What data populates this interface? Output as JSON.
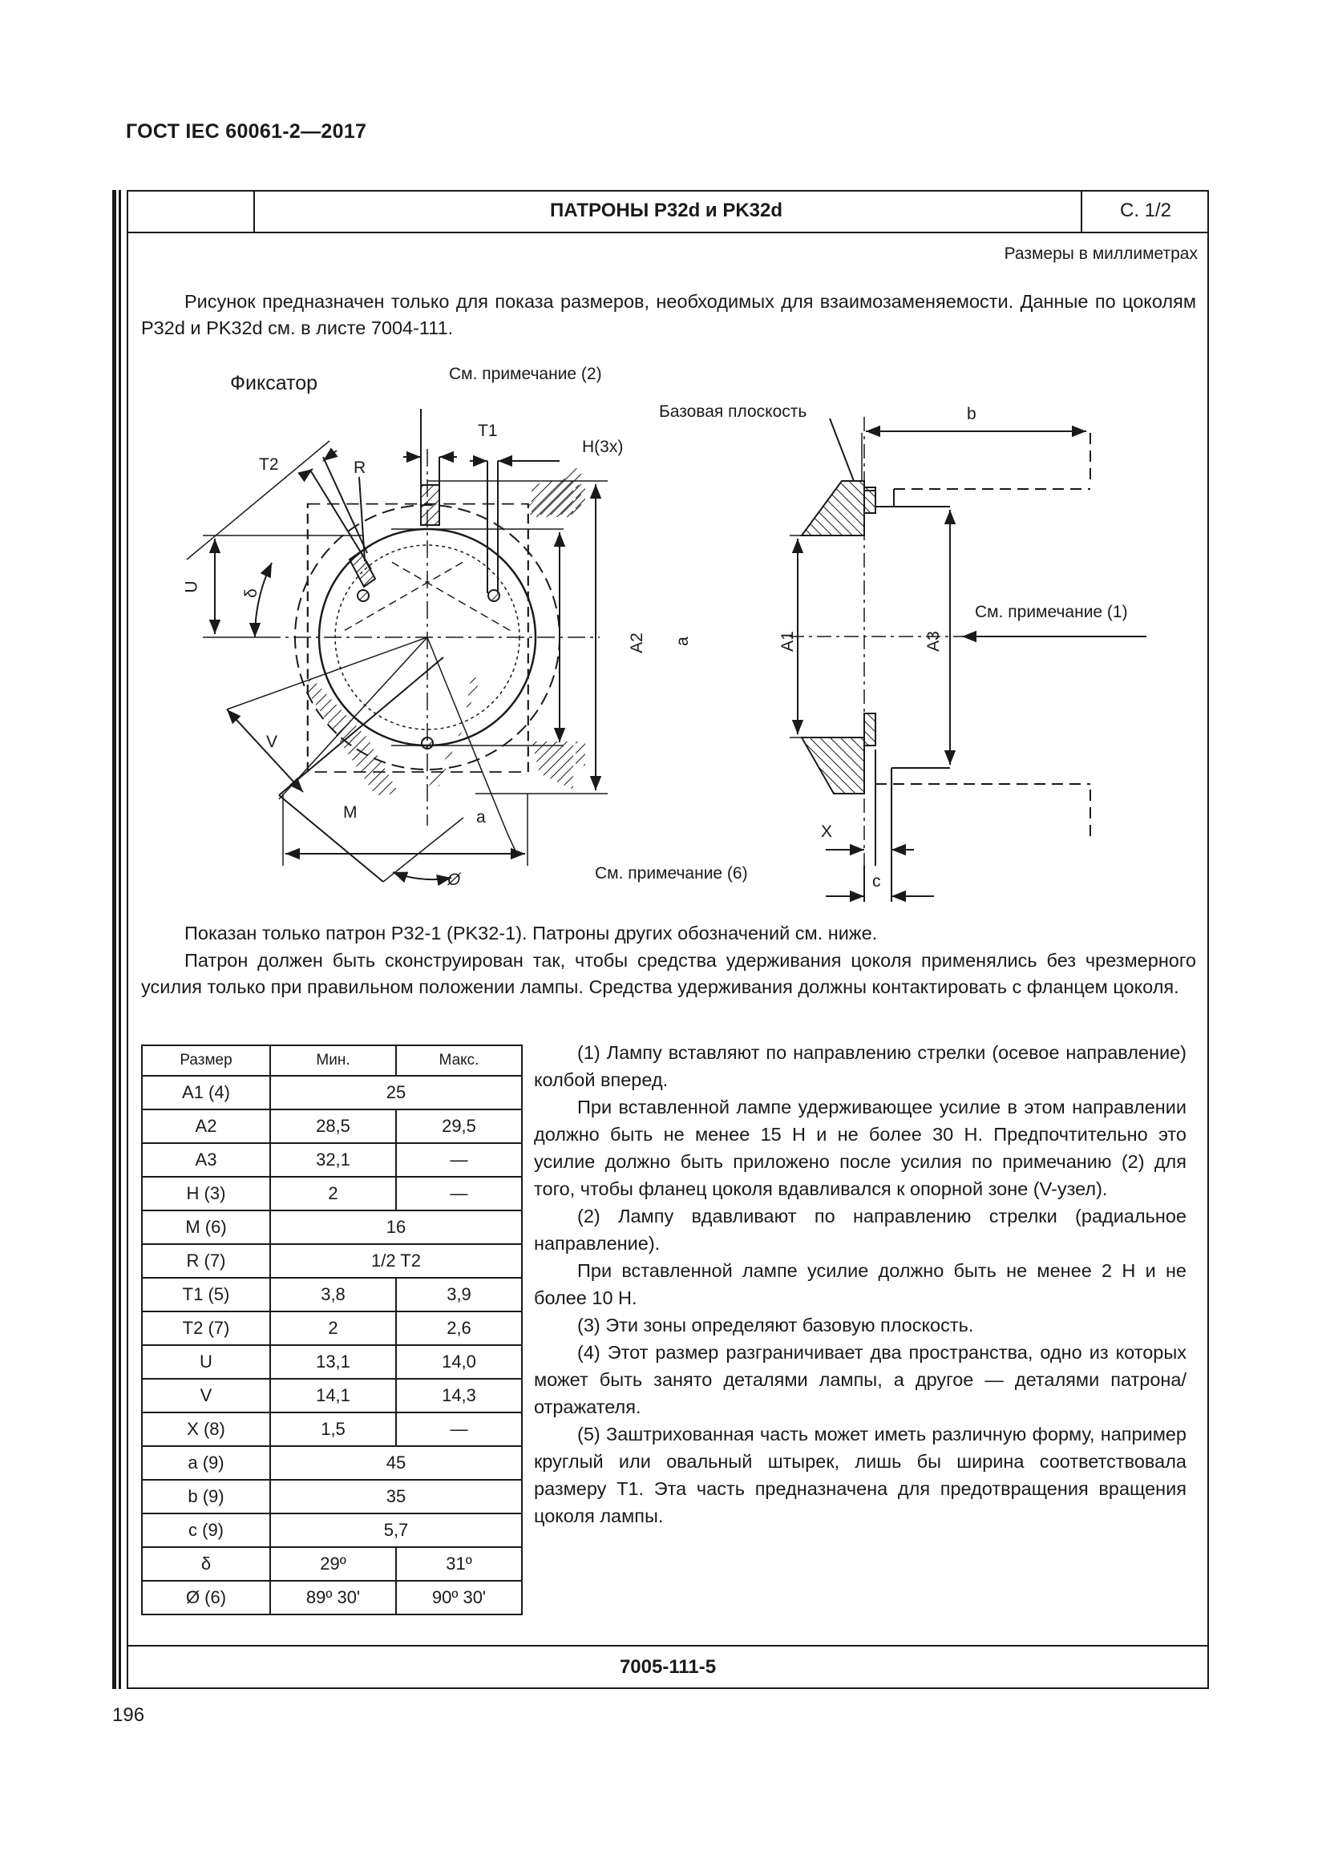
{
  "header": {
    "doc_code": "ГОСТ IEC 60061-2—2017"
  },
  "sheet": {
    "title": "ПАТРОНЫ P32d и PK32d",
    "page": "С. 1/2",
    "code": "7005-111-5"
  },
  "dimensions_note": "Размеры в миллиметрах",
  "intro": "Рисунок предназначен только для показа размеров, необходимых для взаимозаменяемости. Данные по цоколям P32d и PK32d см. в листе 7004-111.",
  "drawing_labels": {
    "fixator": "Фиксатор",
    "note2": "См. примечание (2)",
    "base_plane": "Базовая плоскость",
    "note1": "См. примечание (1)",
    "note6": "См. примечание (6)",
    "t1": "T1",
    "t2": "T2",
    "r": "R",
    "h3x": "H(3x)",
    "u": "U",
    "delta": "δ",
    "v": "V",
    "m": "M",
    "a": "a",
    "a2": "A2",
    "a1": "A1",
    "a3": "A3",
    "b": "b",
    "x": "X",
    "c": "c",
    "phi": "Ø"
  },
  "lamp_shown": "Показан только патрон P32-1 (PK32-1). Патроны других обозначений см. ниже.",
  "lamp_design": "Патрон должен быть сконструирован так, чтобы средства удерживания цоколя применялись без чрезмерного усилия только при правильном положении лампы. Средства удерживания должны контактировать с фланцем цоколя.",
  "table": {
    "headers": [
      "Размер",
      "Мин.",
      "Макс."
    ],
    "rows": [
      {
        "name": "A1 (4)",
        "min": "25",
        "max": "",
        "merged": true
      },
      {
        "name": "A2",
        "min": "28,5",
        "max": "29,5",
        "merged": false
      },
      {
        "name": "A3",
        "min": "32,1",
        "max": "—",
        "merged": false
      },
      {
        "name": "H (3)",
        "min": "2",
        "max": "—",
        "merged": false
      },
      {
        "name": "M (6)",
        "min": "16",
        "max": "",
        "merged": true
      },
      {
        "name": "R (7)",
        "min": "1/2 T2",
        "max": "",
        "merged": true
      },
      {
        "name": "T1 (5)",
        "min": "3,8",
        "max": "3,9",
        "merged": false
      },
      {
        "name": "T2 (7)",
        "min": "2",
        "max": "2,6",
        "merged": false
      },
      {
        "name": "U",
        "min": "13,1",
        "max": "14,0",
        "merged": false
      },
      {
        "name": "V",
        "min": "14,1",
        "max": "14,3",
        "merged": false
      },
      {
        "name": "X (8)",
        "min": "1,5",
        "max": "—",
        "merged": false
      },
      {
        "name": "a (9)",
        "min": "45",
        "max": "",
        "merged": true
      },
      {
        "name": "b (9)",
        "min": "35",
        "max": "",
        "merged": true
      },
      {
        "name": "c (9)",
        "min": "5,7",
        "max": "",
        "merged": true
      },
      {
        "name": "δ",
        "min": "29º",
        "max": "31º",
        "merged": false
      },
      {
        "name": "Ø (6)",
        "min": "89º 30'",
        "max": "90º 30'",
        "merged": false
      }
    ]
  },
  "notes": [
    "(1) Лампу вставляют по направлению стрелки (осевое направление) колбой вперед.",
    "При вставленной лампе удерживающее усилие в этом направлении должно быть не менее 15 Н и не более 30 Н. Предпочтительно это усилие должно быть приложено после усилия по примечанию (2) для того, чтобы фланец цоколя вдавливался к опорной зоне (V-узел).",
    "(2) Лампу вдавливают по направлению стрелки (радиальное направление).",
    "При вставленной лампе усилие должно быть не менее 2 Н и не более 10 Н.",
    "(3) Эти зоны определяют базовую плоскость.",
    "(4) Этот размер разграничивает два пространства, одно из которых может быть занято деталями лампы, а другое — деталями патрона/отражателя.",
    "(5) Заштрихованная часть может иметь различную форму, например круглый или овальный штырек, лишь бы ширина соответствовала размеру T1. Эта часть предназначена для предотвращения вращения цоколя лампы."
  ],
  "page_number": "196"
}
